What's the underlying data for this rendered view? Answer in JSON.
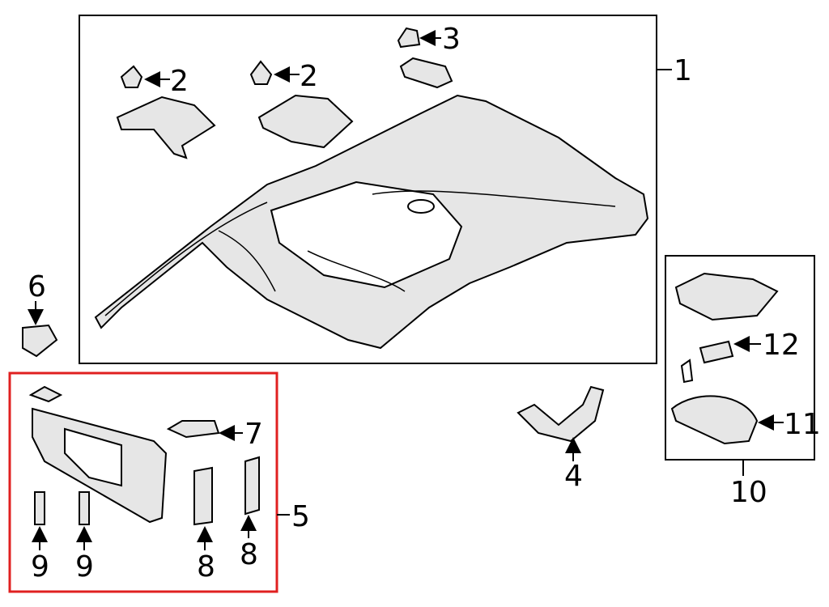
{
  "diagram": {
    "highlight_color": "#e02020",
    "callouts": {
      "c1": "1",
      "c2a": "2",
      "c2b": "2",
      "c3": "3",
      "c4": "4",
      "c5": "5",
      "c6": "6",
      "c7": "7",
      "c8a": "8",
      "c8b": "8",
      "c9a": "9",
      "c9b": "9",
      "c10": "10",
      "c11": "11",
      "c12": "12"
    }
  }
}
